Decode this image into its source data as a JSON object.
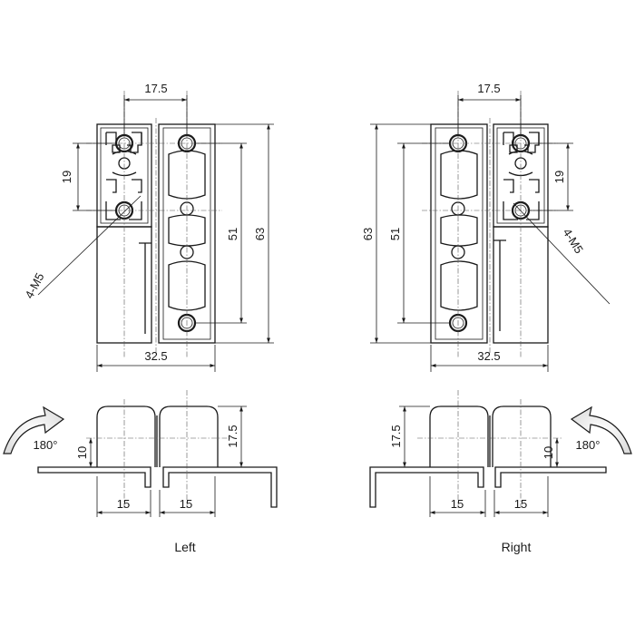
{
  "left": {
    "caption": "Left",
    "dims": {
      "top_width": "17.5",
      "hole_pitch": "19",
      "thread": "4-M5",
      "inner_height": "51",
      "height": "63",
      "width": "32.5",
      "side_height": "17.5",
      "side_offset": "10",
      "rotation": "180°",
      "leaf_a": "15",
      "leaf_b": "15"
    }
  },
  "right": {
    "caption": "Right",
    "dims": {
      "top_width": "17.5",
      "hole_pitch": "19",
      "thread": "4-M5",
      "inner_height": "51",
      "height": "63",
      "width": "32.5",
      "side_height": "17.5",
      "side_offset": "10",
      "rotation": "180°",
      "leaf_a": "15",
      "leaf_b": "15"
    }
  }
}
